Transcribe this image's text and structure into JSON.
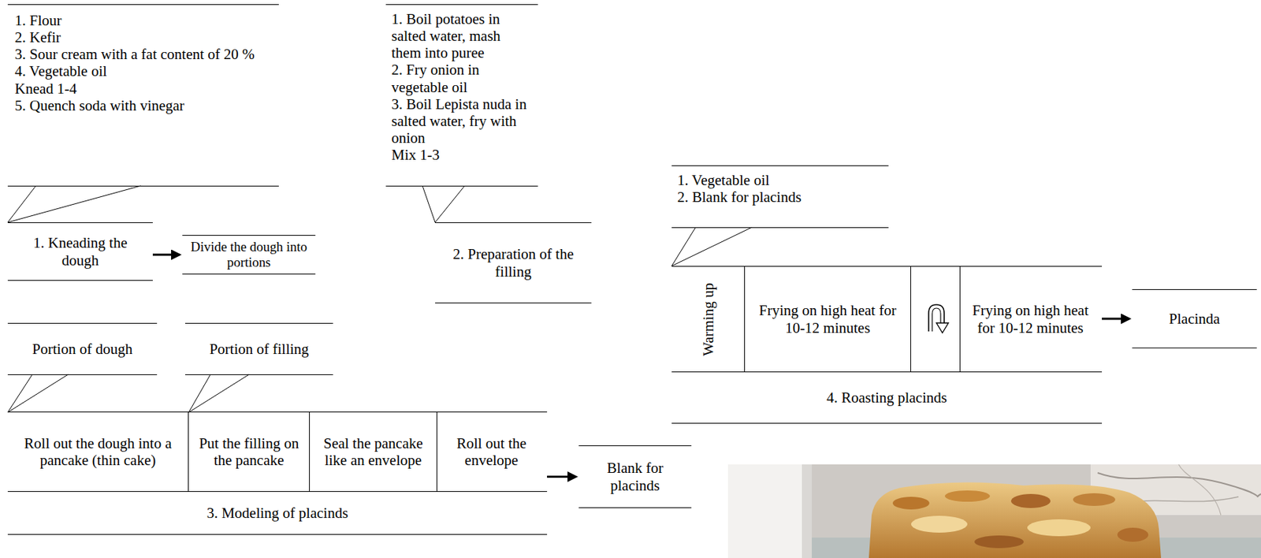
{
  "diagram": {
    "nodes": [
      {
        "text": [
          "1. Flour",
          "2. Kefir",
          "3. Sour cream with a fat content of 20 %",
          "4. Vegetable oil",
          "Knead 1-4",
          "5. Quench soda with vinegar"
        ]
      },
      {
        "text": [
          "1. Kneading the dough"
        ]
      },
      {
        "text": [
          "Divide the dough into portions"
        ]
      },
      {
        "text": [
          "1. Boil potatoes in salted water, mash them into puree",
          "2. Fry onion in vegetable oil",
          "3. Boil Lepista nuda in salted water, fry with onion",
          "Mix 1-3"
        ]
      },
      {
        "text": [
          "2. Preparation of the filling"
        ]
      },
      {
        "text": [
          "1. Vegetable oil",
          "2. Blank for placinds"
        ]
      },
      {
        "text": [
          "4. Roasting placinds"
        ]
      },
      {
        "text": [
          "Warming up"
        ],
        "in": 6
      },
      {
        "text": [
          "Frying on high heat for 10-12 minutes"
        ],
        "in": 6
      },
      {
        "text": [
          "Frying on high heat for 10-12 minutes"
        ],
        "in": 6
      },
      {
        "text": [
          "Placinda"
        ]
      },
      {
        "text": [
          "Portion of dough"
        ]
      },
      {
        "text": [
          "Portion of filling"
        ]
      },
      {
        "text": [
          "3. Modeling of placinds"
        ]
      },
      {
        "text": [
          "Roll out the dough into a pancake (thin cake)"
        ],
        "in": 13
      },
      {
        "text": [
          "Put the filling on the pancake"
        ],
        "in": 13
      },
      {
        "text": [
          "Seal the pancake like an envelope"
        ],
        "in": 13
      },
      {
        "text": [
          "Roll out the envelope"
        ],
        "in": 13
      },
      {
        "text": [
          "Blank for placinds"
        ]
      }
    ],
    "edges": [
      {
        "from": 0,
        "to": 1,
        "arrow": "none"
      },
      {
        "from": 1,
        "to": 2,
        "arrow": "to"
      },
      {
        "from": 3,
        "to": 4,
        "arrow": "none"
      },
      {
        "from": 5,
        "to": 6,
        "arrow": "none"
      },
      {
        "from": 6,
        "to": 10,
        "arrow": "to"
      },
      {
        "from": 11,
        "to": 14,
        "arrow": "none"
      },
      {
        "from": 12,
        "to": 15,
        "arrow": "none"
      },
      {
        "from": 13,
        "to": 18,
        "arrow": "to"
      }
    ]
  }
}
